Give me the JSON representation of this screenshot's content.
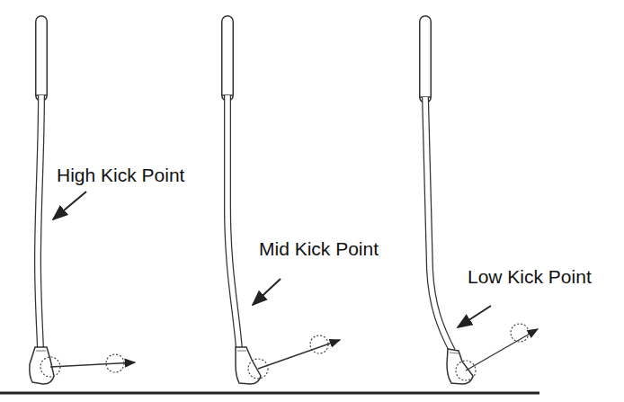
{
  "diagram": {
    "labels": [
      "High Kick Point",
      "Mid Kick Point",
      "Low Kick Point"
    ]
  }
}
